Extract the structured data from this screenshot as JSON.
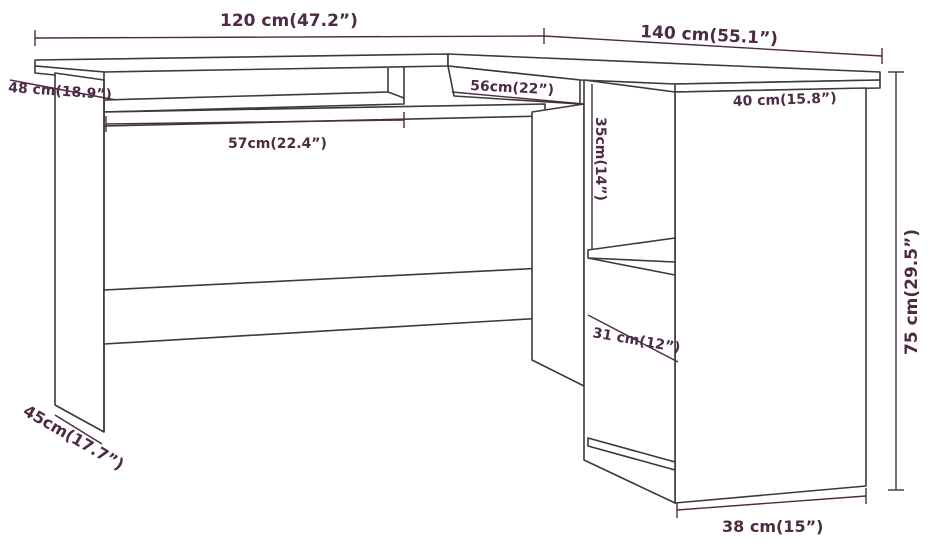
{
  "diagram": {
    "dimensions": {
      "top_width_left": "120 cm(47.2”)",
      "top_width_right": "140 cm(55.1”)",
      "depth_left_top": "48 cm(18.9”)",
      "keyboard_tray_depth": "56cm(22”)",
      "side_depth": "40 cm(15.8”)",
      "keyboard_tray_width": "57cm(22.4”)",
      "shelf_height": "35cm(14”)",
      "total_height": "75 cm(29.5”)",
      "shelf_depth": "31 cm(12”)",
      "left_leg_depth": "45cm(17.7”)",
      "bottom_right_width": "38 cm(15”)"
    },
    "colors": {
      "text": "#4d2b44",
      "lines": "#3a3a3a"
    }
  }
}
